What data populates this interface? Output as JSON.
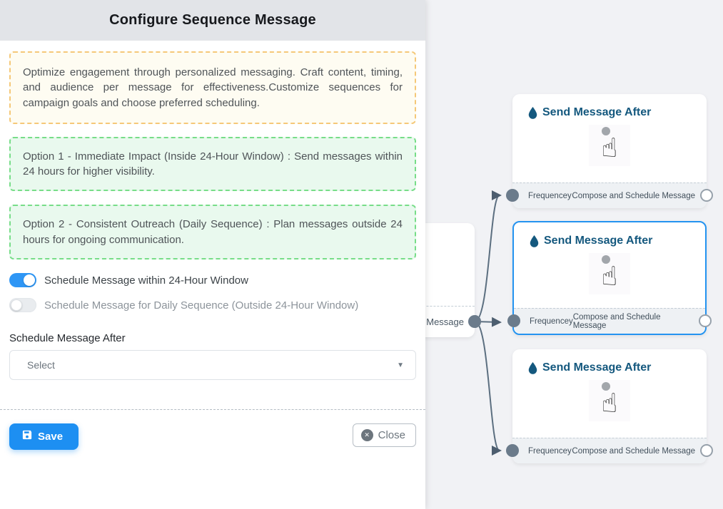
{
  "panel": {
    "title": "Configure Sequence Message",
    "info_box": "Optimize engagement through personalized messaging. Craft content, timing, and audience per message for effectiveness.Customize sequences for campaign goals and choose preferred scheduling.",
    "option_boxes": [
      "Option 1 - Immediate Impact (Inside 24-Hour Window) : Send messages within 24 hours for higher visibility.",
      "Option 2 - Consistent Outreach (Daily Sequence) : Plan messages outside 24 hours for ongoing communication."
    ],
    "toggles": [
      {
        "label": "Schedule Message within 24-Hour Window",
        "state": "on"
      },
      {
        "label": "Schedule Message for Daily Sequence (Outside 24-Hour Window)",
        "state": "off"
      }
    ],
    "select_field": {
      "label": "Schedule Message After",
      "value": "Select",
      "caret": "▼"
    },
    "buttons": {
      "save": "Save",
      "close": "Close",
      "close_x": "✕"
    }
  },
  "canvas": {
    "partial_node": {
      "footer_text": "ce Message"
    },
    "nodes": [
      {
        "title": "Send Message After",
        "footer_left": "Frequencey",
        "footer_right": "Compose and Schedule Message",
        "selected": false
      },
      {
        "title": "Send Message After",
        "footer_left": "Frequencey",
        "footer_right": "Compose and Schedule Message",
        "selected": true
      },
      {
        "title": "Send Message After",
        "footer_left": "Frequencey",
        "footer_right": "Compose and Schedule Message",
        "selected": false
      }
    ],
    "icons": {
      "node_icon": "droplet-icon",
      "click_icon": "☝"
    }
  },
  "colors": {
    "accent_blue": "#1d8ff2",
    "toggle_on": "#2e96f5",
    "selected_border": "#2493f0",
    "node_title": "#14587e",
    "edge": "#5c6f80",
    "note_border": "#f5c878",
    "option_border": "#77dd88"
  }
}
